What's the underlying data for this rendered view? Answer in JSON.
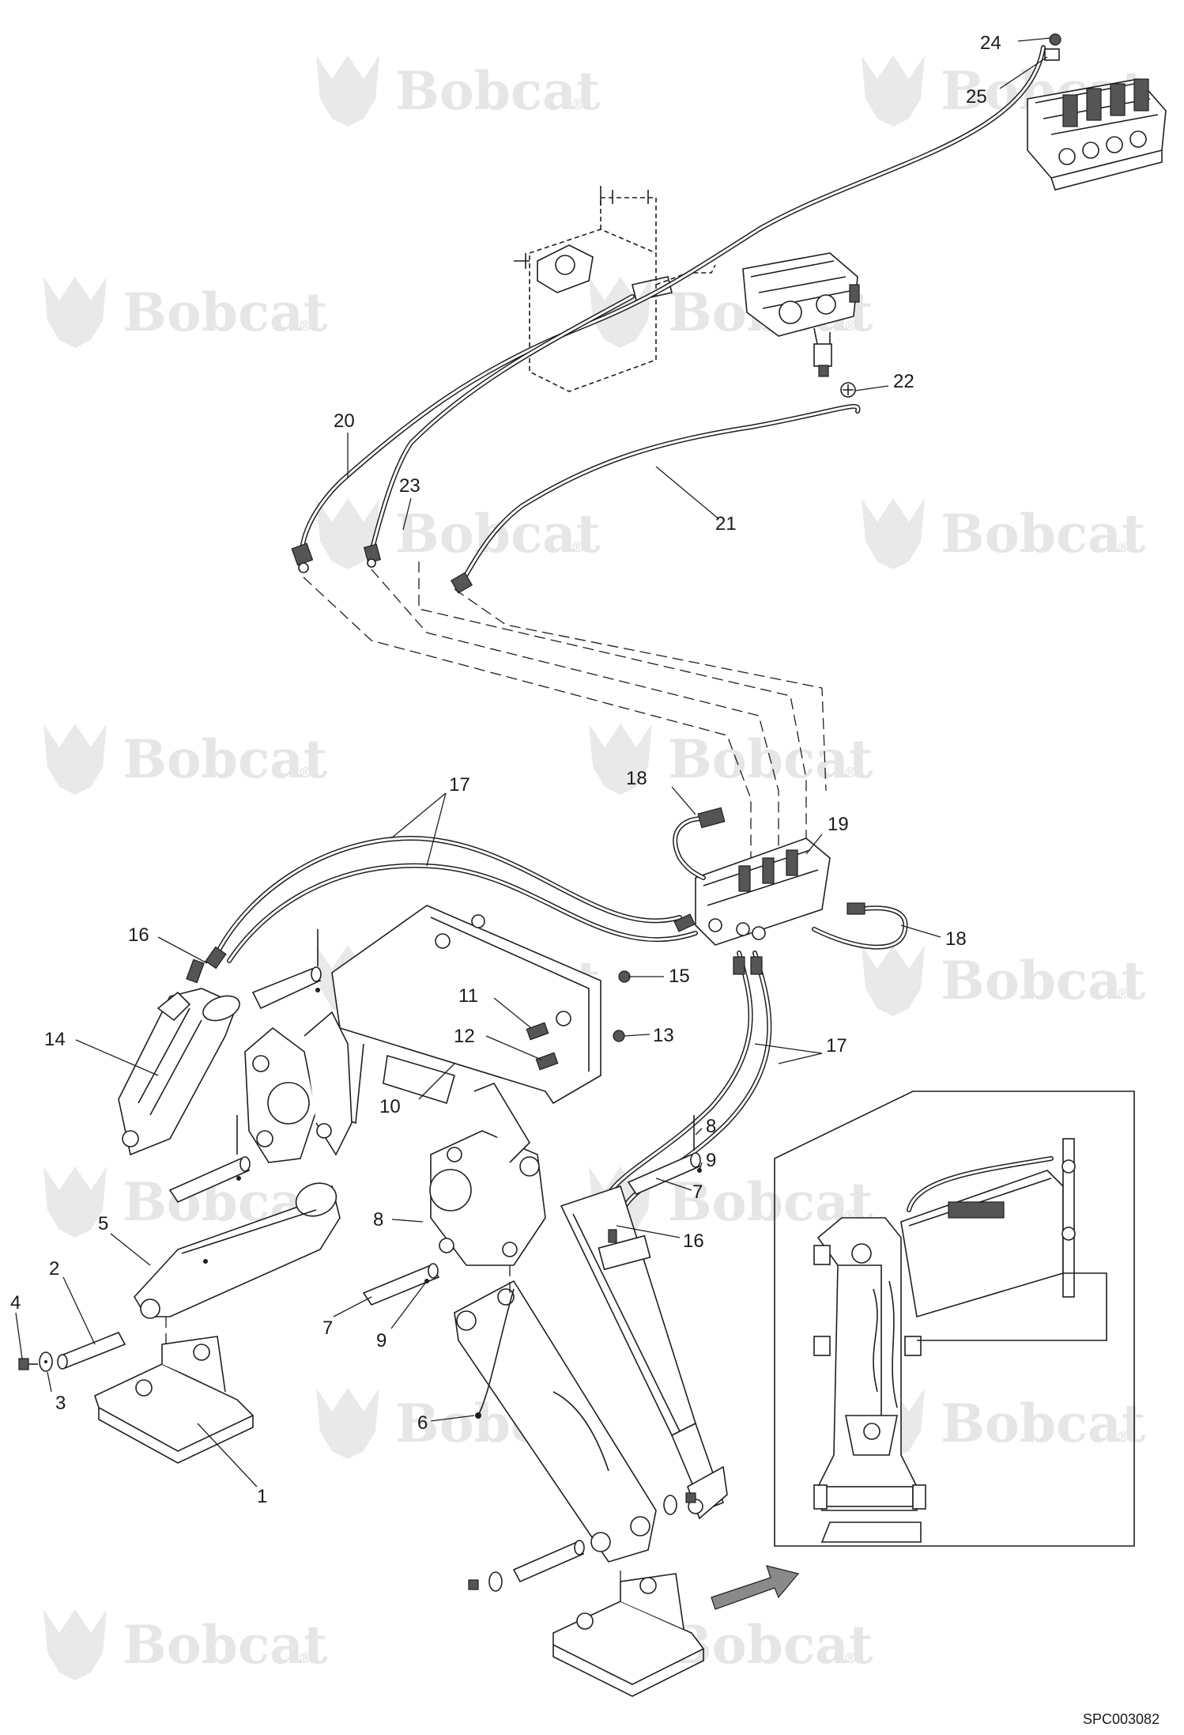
{
  "watermark": {
    "text": "Bobcat",
    "trademark": "®",
    "color": "#e6e6e6"
  },
  "drawing_code": "SPC003082",
  "callouts": [
    "1",
    "2",
    "3",
    "4",
    "5",
    "6",
    "7",
    "7",
    "8",
    "8",
    "9",
    "9",
    "10",
    "11",
    "12",
    "13",
    "14",
    "15",
    "16",
    "16",
    "17",
    "17",
    "18",
    "18",
    "19",
    "20",
    "21",
    "22",
    "23",
    "24",
    "25"
  ],
  "colors": {
    "line": "#1f1f1f",
    "background": "#ffffff",
    "arrow": "#8a8a8a"
  }
}
